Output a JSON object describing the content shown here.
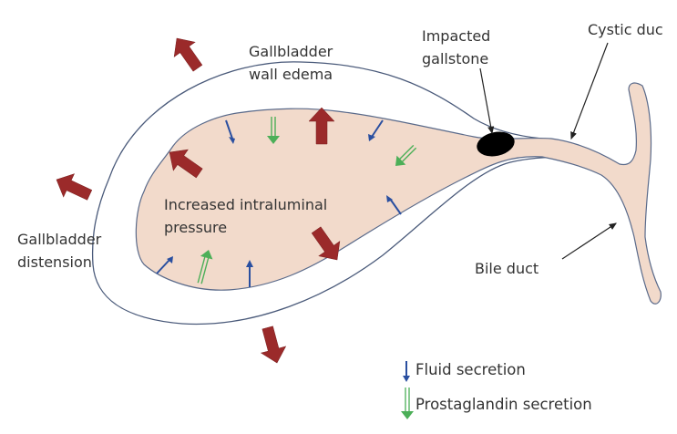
{
  "diagram": {
    "title": "Acute cholecystitis pathophysiology",
    "colors": {
      "lumen_fill": "#f2dacb",
      "outline": "#4a5a7a",
      "pressure_arrow": "#9b2a2a",
      "fluid_arrow": "#2a4fa0",
      "prostaglandin_arrow": "#4caf58",
      "gallstone": "#000000",
      "label_text": "#333333",
      "pointer_line": "#222222"
    },
    "labels": {
      "wall_edema": [
        "Gallbladder",
        "wall edema"
      ],
      "impacted_gallstone": [
        "Impacted",
        "gallstone"
      ],
      "cystic_duct": "Cystic duc",
      "intraluminal_pressure": [
        "Increased intraluminal",
        "pressure"
      ],
      "distension": [
        "Gallbladder",
        "distension"
      ],
      "bile_duct": "Bile duct"
    },
    "legend": [
      {
        "icon": "blue-thin-arrow-down",
        "label": "Fluid secretion"
      },
      {
        "icon": "green-double-arrow-down",
        "label": "Prostaglandin secretion"
      }
    ]
  }
}
